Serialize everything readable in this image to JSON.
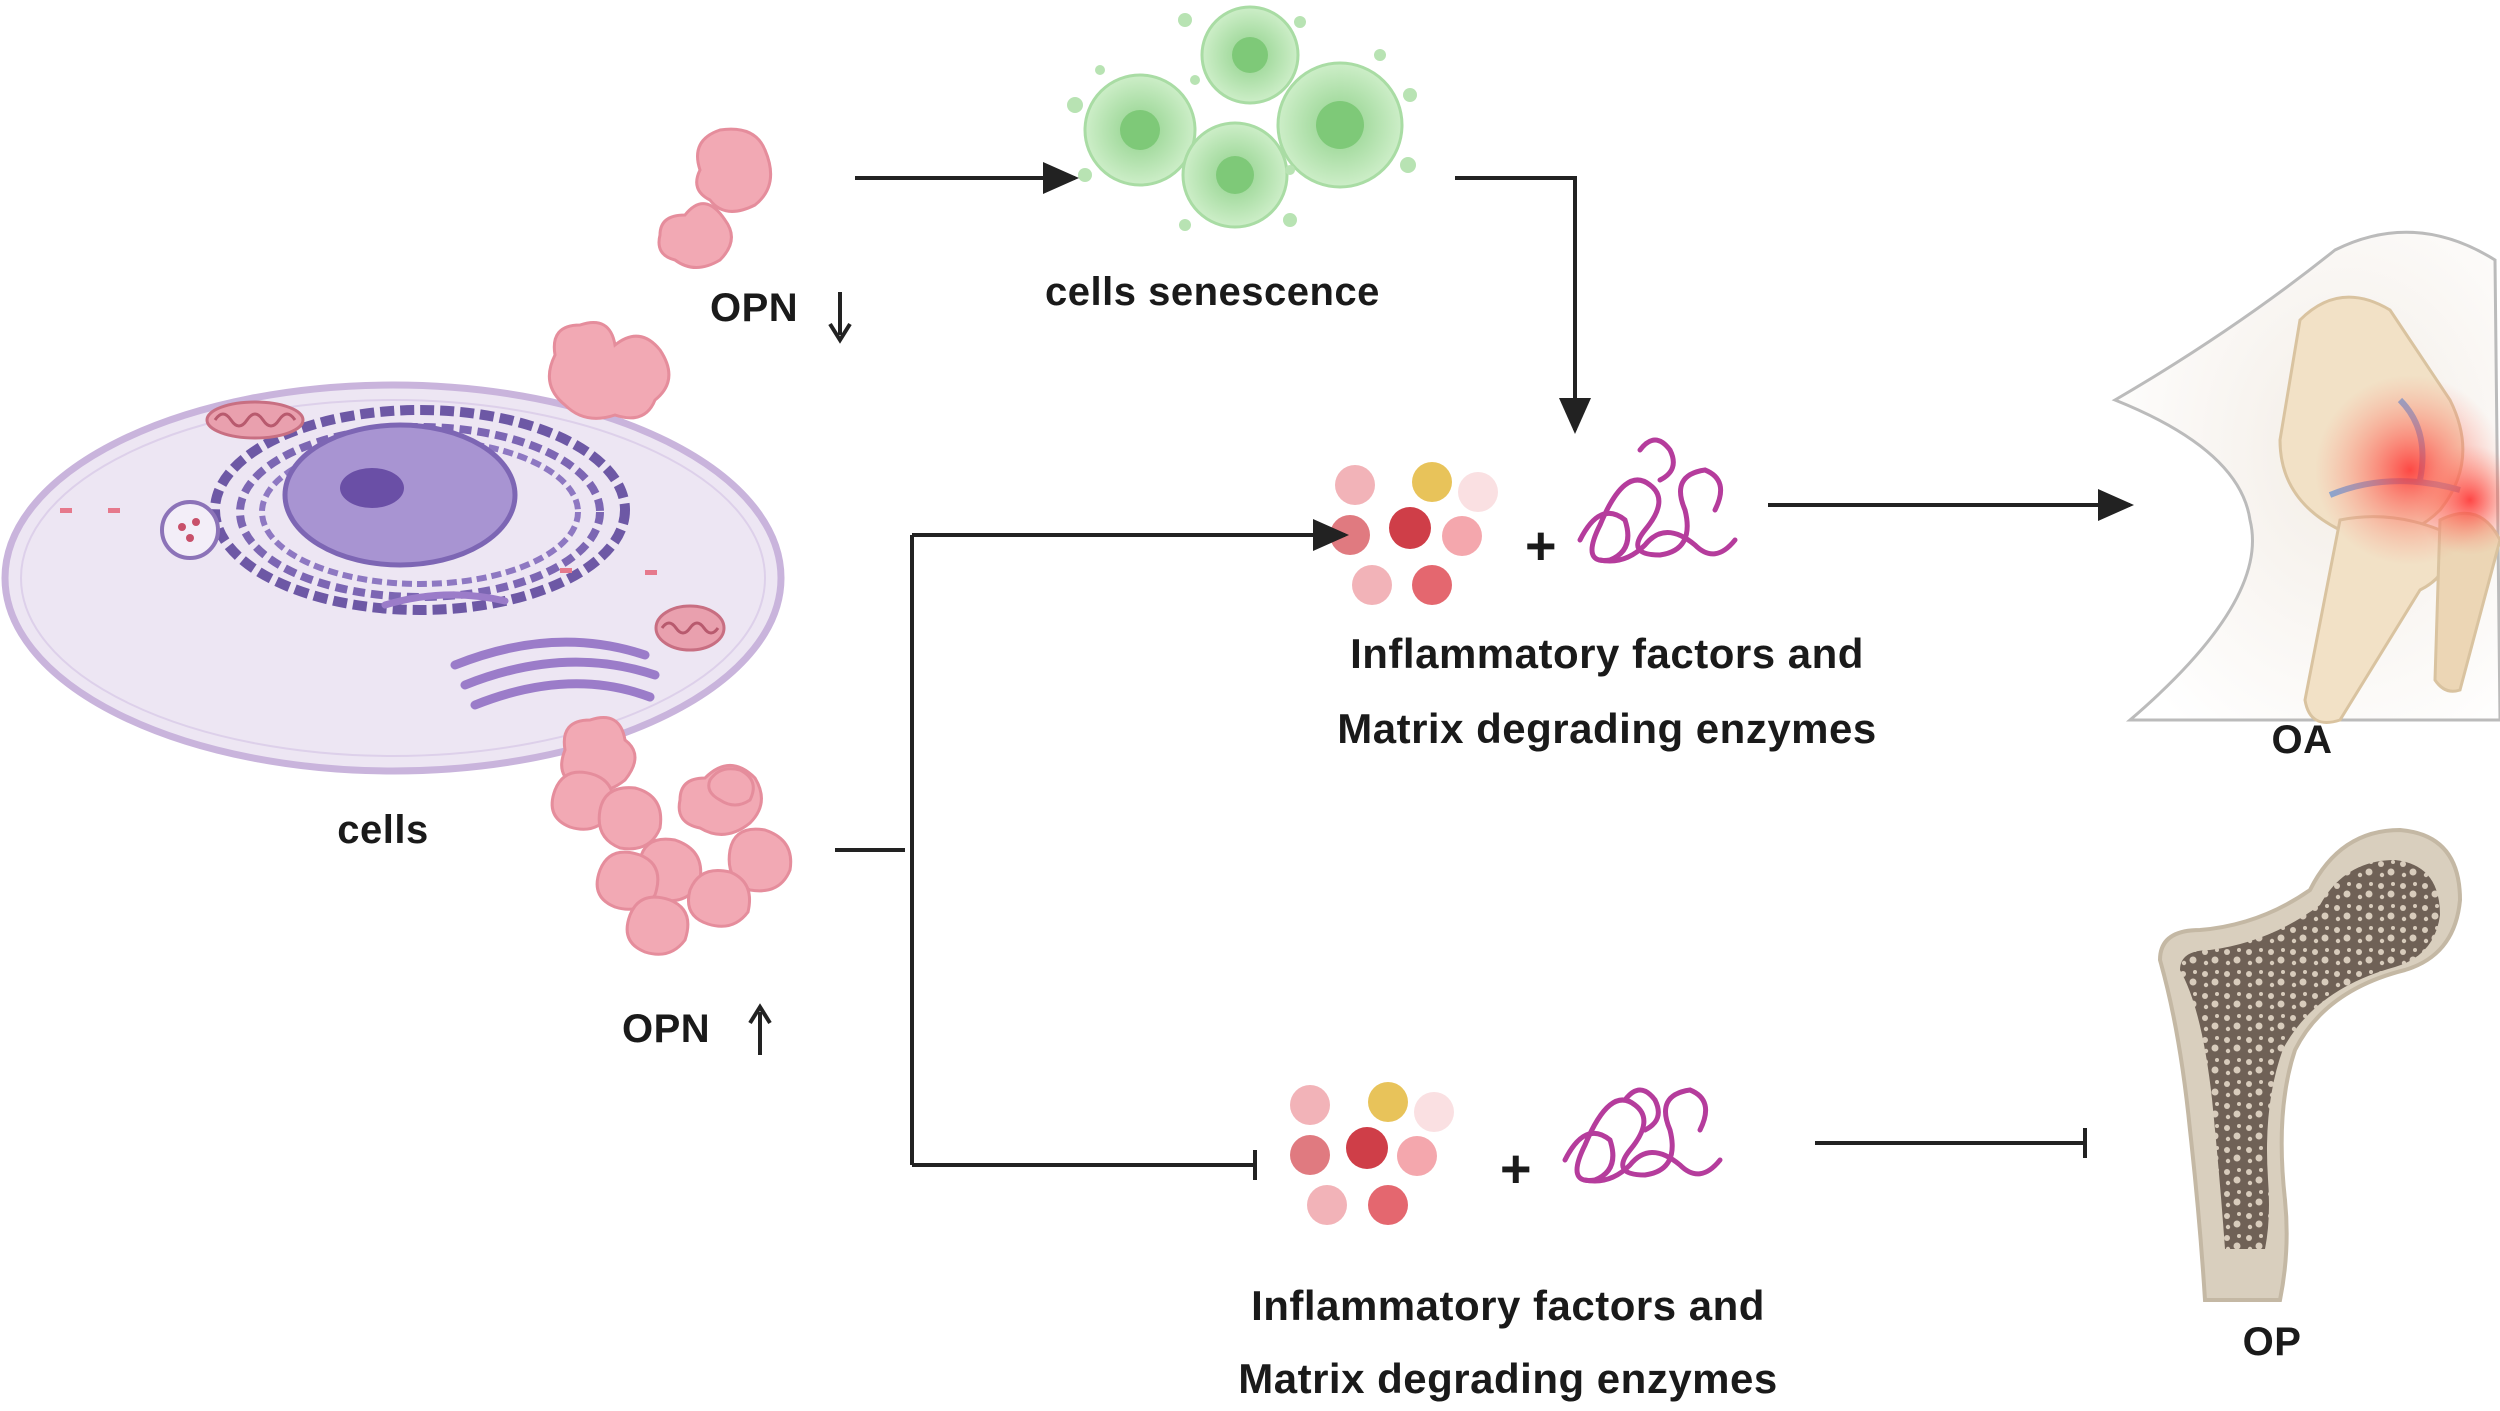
{
  "labels": {
    "opn_down": "OPN",
    "opn_up": "OPN",
    "cells": "cells",
    "senescence": "cells senescence",
    "factors_top_line1": "Inflammatory factors and",
    "factors_top_line2": "Matrix degrading enzymes",
    "factors_bottom_line1": "Inflammatory factors and",
    "factors_bottom_line2": "Matrix degrading enzymes",
    "plus_top": "+",
    "plus_bottom": "+",
    "oa": "OA",
    "op": "OP"
  },
  "colors": {
    "opn_protein": "#f2a9b4",
    "opn_protein_dark": "#e58d9c",
    "senescent_cell": "#a9dca4",
    "cell_membrane": "#c9b4dc",
    "nucleus": "#8c73b8",
    "collagen": "#b53c9c",
    "arrow": "#222222",
    "inflammation": "#ff4a4a",
    "bone_outer": "#d9cfbe",
    "bone_inner": "#7a6a5c"
  }
}
